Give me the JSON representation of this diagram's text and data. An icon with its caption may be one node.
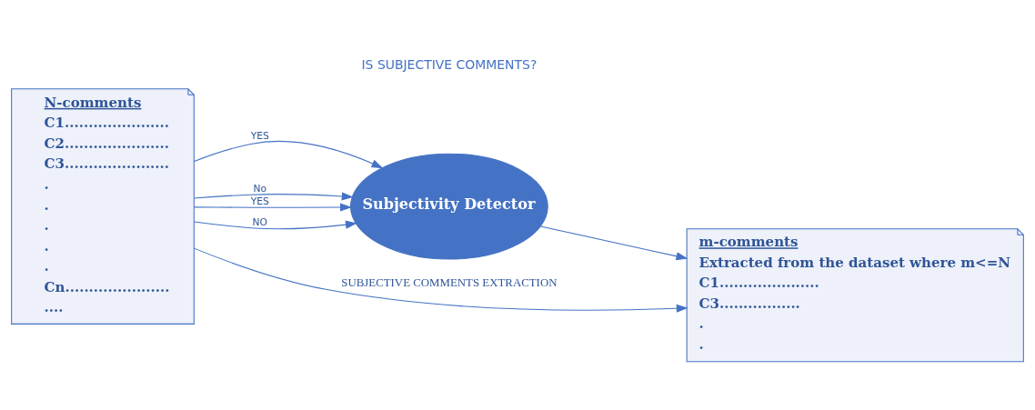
{
  "diagram": {
    "nodes": [
      {
        "text": [
          "N-comments",
          "C1......................",
          "C2......................",
          "C3......................",
          ".",
          ".",
          ".",
          ".",
          ".",
          "Cn......................",
          "...."
        ]
      },
      {
        "text": [
          "Subjectivity Detector"
        ]
      },
      {
        "text": [
          "m-comments",
          "Extracted from the dataset where m<=N",
          "C1.....................",
          "C3.................",
          ".",
          "."
        ]
      }
    ],
    "edges": [
      {
        "from": 0,
        "to": 1,
        "arrow": "to",
        "label": "YES"
      },
      {
        "from": 0,
        "to": 1,
        "arrow": "to",
        "label": "No"
      },
      {
        "from": 0,
        "to": 1,
        "arrow": "to",
        "label": "YES"
      },
      {
        "from": 0,
        "to": 1,
        "arrow": "to",
        "label": "NO"
      },
      {
        "from": 1,
        "to": 2,
        "arrow": "to"
      },
      {
        "from": 0,
        "to": 2,
        "arrow": "to",
        "label": "SUBJECTIVE COMMENTS EXTRACTION"
      }
    ],
    "labels": [
      "IS SUBJECTIVE COMMENTS?"
    ]
  }
}
